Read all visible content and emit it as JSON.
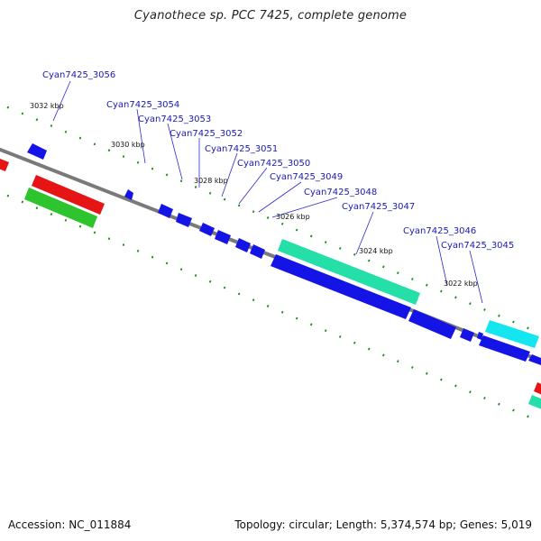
{
  "title": "Cyanothece sp. PCC 7425, complete genome",
  "footer": {
    "accession": "Accession: NC_011884",
    "summary": "Topology: circular; Length: 5,374,574 bp; Genes: 5,019"
  },
  "colors": {
    "backbone": "#7a7a7a",
    "tick": "#1f8a1f",
    "label": "#1a1ab5",
    "leader": "#2a2ad0",
    "cds_blue": "#1414e6",
    "cds_red": "#e61414",
    "cds_green": "#2ec42e",
    "cds_teal": "#24e0a8",
    "cds_cyan": "#14e6f0"
  },
  "kbp_labels": [
    "3032 kbp",
    "3030 kbp",
    "3028 kbp",
    "3026 kbp",
    "3024 kbp",
    "3022 kbp"
  ],
  "gene_labels": [
    "Cyan7425_3056",
    "Cyan7425_3054",
    "Cyan7425_3053",
    "Cyan7425_3052",
    "Cyan7425_3051",
    "Cyan7425_3050",
    "Cyan7425_3049",
    "Cyan7425_3048",
    "Cyan7425_3047",
    "Cyan7425_3046",
    "Cyan7425_3045"
  ]
}
